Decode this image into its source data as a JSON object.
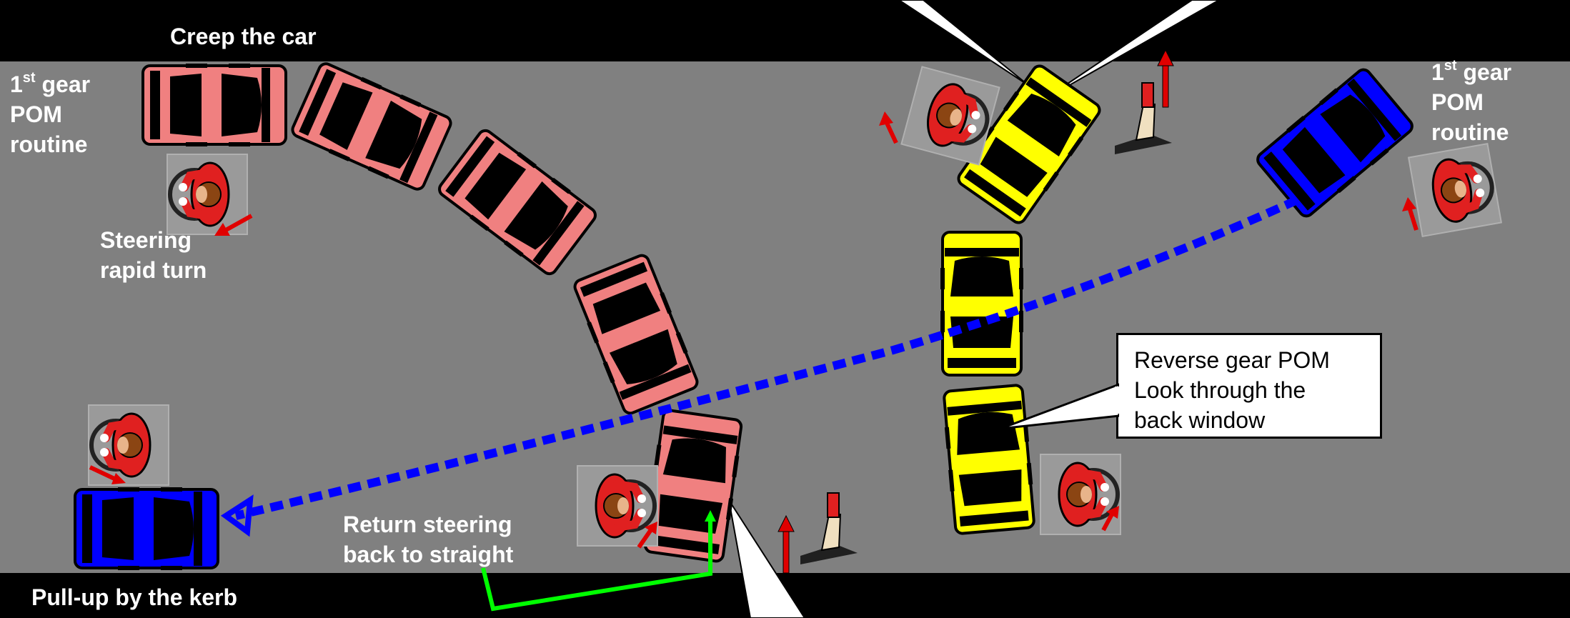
{
  "labels": {
    "creep": "Creep the car",
    "pom_left": {
      "pre": "1",
      "sup": "st",
      "l1": " gear",
      "l2": "POM",
      "l3": "routine"
    },
    "pom_right": {
      "pre": "1",
      "sup": "st",
      "l1": " gear",
      "l2": "POM",
      "l3": "routine"
    },
    "steering_rapid": [
      "Steering",
      "rapid turn"
    ],
    "return_steering": [
      "Return steering",
      "back to straight"
    ],
    "pull_up": "Pull-up by the kerb"
  },
  "callout": [
    "Reverse gear POM",
    "Look through the",
    "back window"
  ],
  "colors": {
    "road": "#808080",
    "kerb": "#000000",
    "pink_car": "#f08080",
    "yellow_car": "#ffff00",
    "blue_car": "#0000ff",
    "path": "#0000ff",
    "guide": "#00ff00",
    "arrow": "#e00000"
  }
}
